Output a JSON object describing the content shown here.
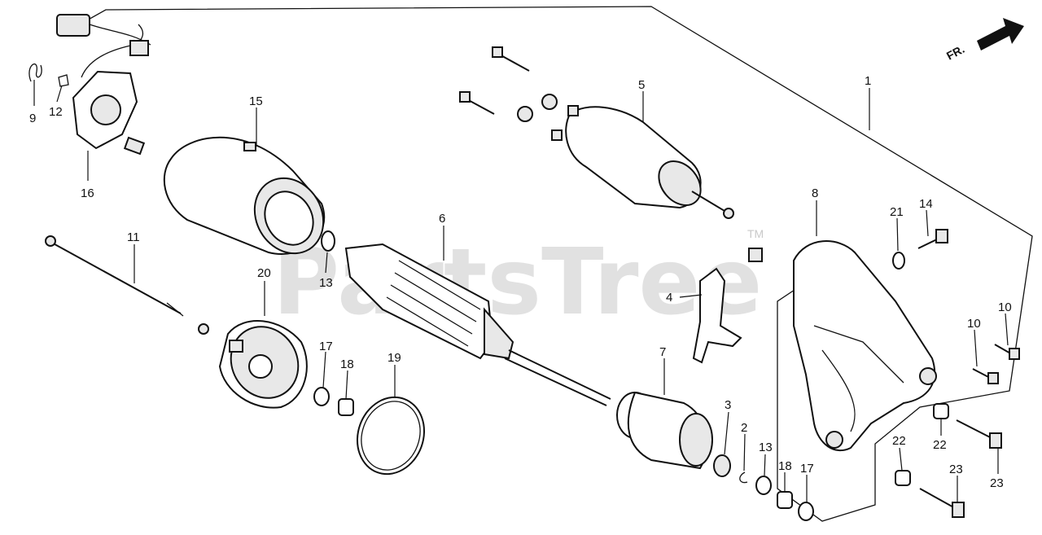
{
  "diagram": {
    "watermark": "PartsTree",
    "watermark_mark": "TM",
    "direction_label": "FR.",
    "callouts": [
      {
        "id": "c1",
        "text": "1"
      },
      {
        "id": "c2",
        "text": "2"
      },
      {
        "id": "c3",
        "text": "3"
      },
      {
        "id": "c4",
        "text": "4"
      },
      {
        "id": "c5",
        "text": "5"
      },
      {
        "id": "c6",
        "text": "6"
      },
      {
        "id": "c7",
        "text": "7"
      },
      {
        "id": "c8",
        "text": "8"
      },
      {
        "id": "c9",
        "text": "9"
      },
      {
        "id": "c10a",
        "text": "10"
      },
      {
        "id": "c10b",
        "text": "10"
      },
      {
        "id": "c11",
        "text": "11"
      },
      {
        "id": "c12",
        "text": "12"
      },
      {
        "id": "c13a",
        "text": "13"
      },
      {
        "id": "c13b",
        "text": "13"
      },
      {
        "id": "c14",
        "text": "14"
      },
      {
        "id": "c15",
        "text": "15"
      },
      {
        "id": "c16",
        "text": "16"
      },
      {
        "id": "c17a",
        "text": "17"
      },
      {
        "id": "c17b",
        "text": "17"
      },
      {
        "id": "c18a",
        "text": "18"
      },
      {
        "id": "c18b",
        "text": "18"
      },
      {
        "id": "c19",
        "text": "19"
      },
      {
        "id": "c20",
        "text": "20"
      },
      {
        "id": "c21",
        "text": "21"
      },
      {
        "id": "c22a",
        "text": "22"
      },
      {
        "id": "c22b",
        "text": "22"
      },
      {
        "id": "c23a",
        "text": "23"
      },
      {
        "id": "c23b",
        "text": "23"
      }
    ]
  }
}
